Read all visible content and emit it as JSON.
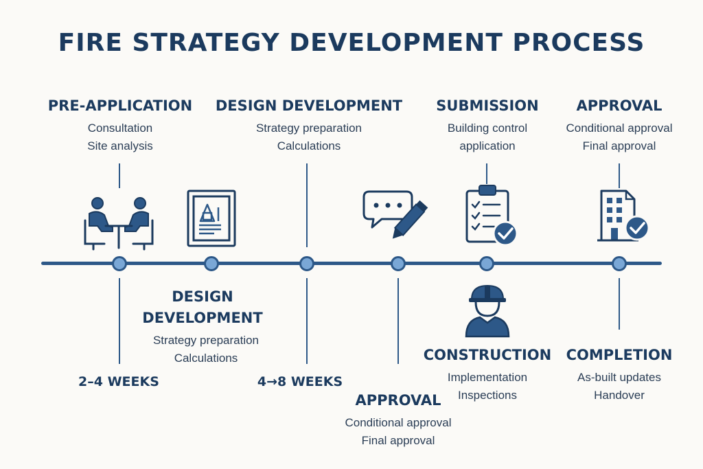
{
  "title": "FIRE STRATEGY DEVELOPMENT PROCESS",
  "top_stages": [
    {
      "title": "PRE-APPLICATION",
      "lines": [
        "Consultation",
        "Site analysis"
      ]
    },
    {
      "title": "DESIGN DEVELOPMENT",
      "lines": [
        "Strategy preparation",
        "Calculations"
      ]
    },
    {
      "title": "SUBMISSION",
      "lines": [
        "Building control",
        "application"
      ]
    },
    {
      "title": "APPROVAL",
      "lines": [
        "Conditional approval",
        "Final approval"
      ]
    }
  ],
  "bottom_stages": [
    {
      "title": "DESIGN",
      "title2": "DEVELOPMENT",
      "lines": [
        "Strategy preparation",
        "Calculations"
      ]
    },
    {
      "title": "APPROVAL",
      "lines": [
        "Conditional approval",
        "Final approval"
      ]
    },
    {
      "title": "CONSTRUCTION",
      "lines": [
        "Implementation",
        "Inspections"
      ]
    },
    {
      "title": "COMPLETION",
      "lines": [
        "As-built updates",
        "Handover"
      ]
    }
  ],
  "durations": [
    "2–4 WEEKS",
    "4→8 WEEKS"
  ],
  "icons": [
    "meeting-icon",
    "blueprint-icon",
    "chat-pencil-icon",
    "clipboard-check-icon",
    "worker-icon",
    "building-check-icon"
  ],
  "colors": {
    "primary": "#1b3a5e",
    "line": "#2d5888",
    "accent": "#7aa7d6"
  }
}
